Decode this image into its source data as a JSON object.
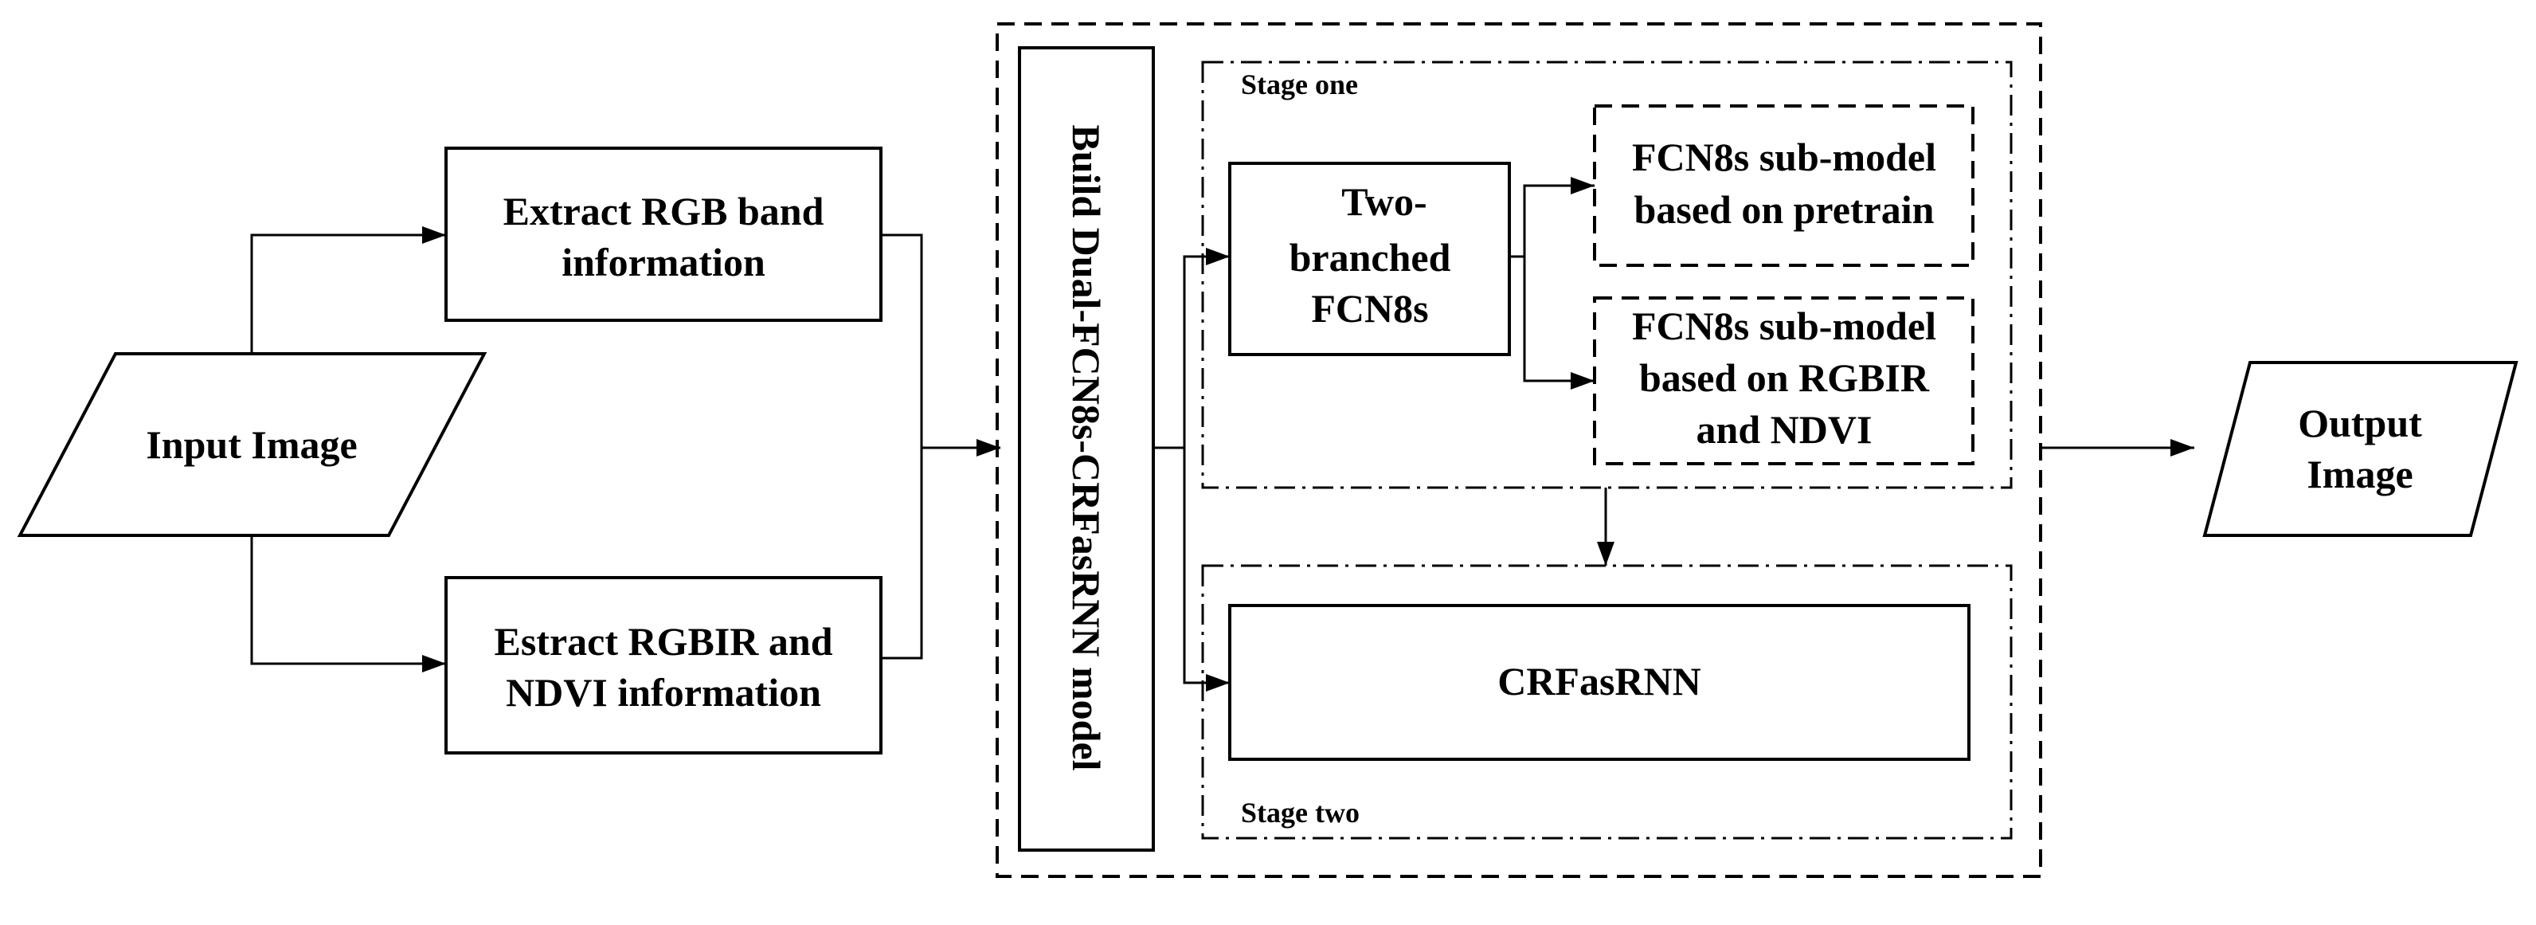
{
  "input": {
    "label": "Input Image"
  },
  "extract_rgb": {
    "line1": "Extract RGB band",
    "line2": "information"
  },
  "extract_rgbir": {
    "line1": "Estract RGBIR and",
    "line2": "NDVI information"
  },
  "build_model": {
    "label": "Build Dual-FCN8s-CRFasRNN model"
  },
  "stage_one": {
    "label": "Stage one",
    "two_branched": {
      "line1": "Two-",
      "line2": "branched",
      "line3": "FCN8s"
    },
    "submodel_pretrain": {
      "line1": "FCN8s sub-model",
      "line2": "based on pretrain"
    },
    "submodel_rgbir": {
      "line1": "FCN8s sub-model",
      "line2": "based on RGBIR",
      "line3": "and NDVI"
    }
  },
  "stage_two": {
    "label": "Stage two",
    "crfasrnn": {
      "label": "CRFasRNN"
    }
  },
  "output": {
    "line1": "Output",
    "line2": "Image"
  }
}
